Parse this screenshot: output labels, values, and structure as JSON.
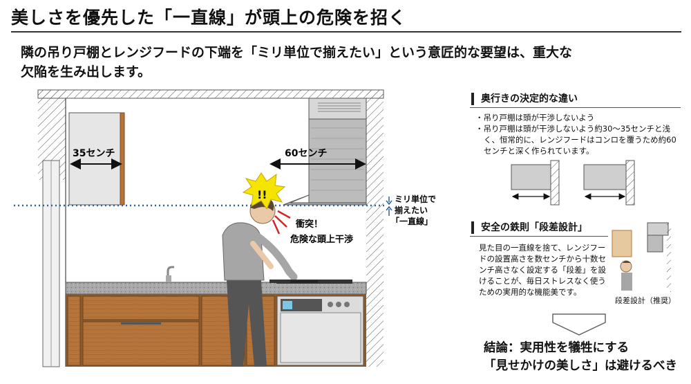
{
  "header": {
    "title": "美しさを優先した「一直線」が頭上の危険を招く",
    "subtitle_line1": "隣の吊り戸棚とレンジフードの下端を「ミリ単位で揃えたい」という意匠的な要望は、重大な",
    "subtitle_line2": "欠陥を生み出します。"
  },
  "illustration": {
    "cabinet_depth": "35センチ",
    "hood_depth": "60センチ",
    "alignment_line1": "ミリ単位で",
    "alignment_line2": "揃えたい",
    "alignment_line3": "「一直線」",
    "impact_mark": "!!",
    "collision_line1": "衝突！",
    "collision_line2": "危険な頭上干渉",
    "colors": {
      "dotted_line": "#2f5e9c",
      "wood": "#b5743a",
      "warning": "#f5e400",
      "alert_red": "#d1252b"
    }
  },
  "depth_section": {
    "heading": "奥行きの決定的な違い",
    "bullets": [
      "・吊り戸棚は頭が干渉しないよう",
      "・吊り戸棚は頭が干渉しないよう約30～35センチと浅く、恒常的に、レンジフードはコンロを覆うため約60センチと深く作られています。"
    ]
  },
  "safety_section": {
    "heading": "安全の鉄則「段差設計」",
    "body": "見た目の一直線を捨て、レンジフードの設置高さを数センチから十数センチ高さなく設定する「段差」を設けることが、毎日ストレスなく使うための実用的な機能美です。",
    "image_caption": "段差設計（推奨）"
  },
  "conclusion": {
    "line1": "結論：実用性を犠牲にする",
    "line2": "「見せかけの美しさ」は避けるべき"
  }
}
